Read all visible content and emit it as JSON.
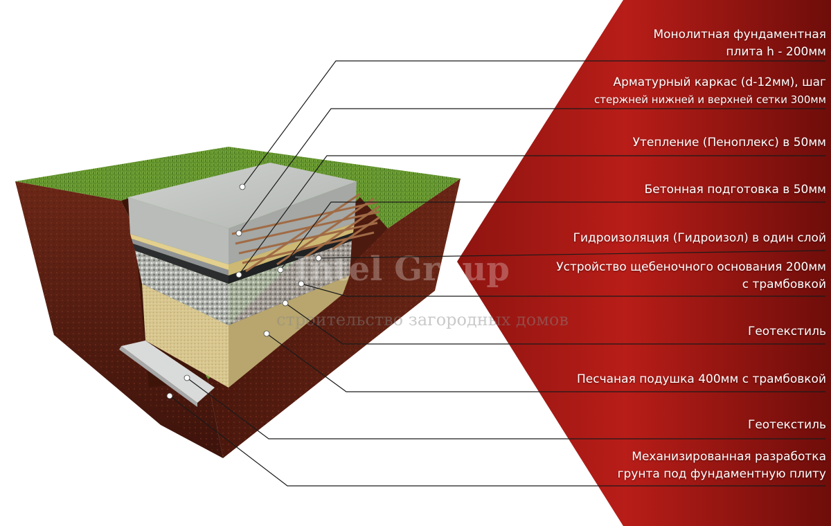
{
  "colors": {
    "red_dark": "#7a0f0c",
    "red": "#b51c18",
    "grass": "#5f8f2c",
    "soil": "#5a1f12",
    "concrete": "#c9ccc9",
    "sand": "#d7c68e"
  },
  "watermark": {
    "brand": "Intel Group",
    "tagline": "строительство загородных домов"
  },
  "labels": [
    {
      "lines": [
        "Монолитная фундаментная",
        "плита h - 200мм"
      ]
    },
    {
      "lines": [
        "Арматурный каркас (d-12мм), шаг",
        "стержней нижней и верхней сетки 300мм"
      ]
    },
    {
      "lines": [
        "Утепление (Пеноплекс) в 50мм"
      ]
    },
    {
      "lines": [
        "Бетонная подготовка в 50мм"
      ]
    },
    {
      "lines": [
        "Гидроизоляция (Гидроизол) в один слой"
      ]
    },
    {
      "lines": [
        "Устройство щебеночного основания 200мм",
        "с трамбовкой"
      ]
    },
    {
      "lines": [
        "Геотекстиль"
      ]
    },
    {
      "lines": [
        "Песчаная подушка 400мм с трамбовкой"
      ]
    },
    {
      "lines": [
        "Геотекстиль"
      ]
    },
    {
      "lines": [
        "Механизированная разработка",
        "грунта под фундаментную плиту"
      ]
    }
  ]
}
